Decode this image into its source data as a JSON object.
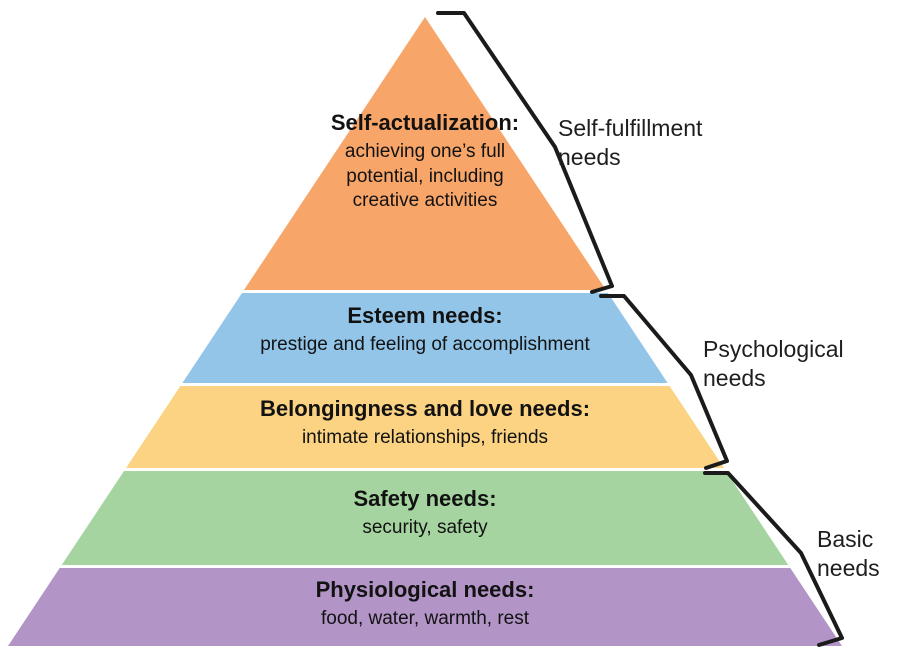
{
  "pyramid": {
    "levels": [
      {
        "name": "self-actualization",
        "title": "Self-actualization:",
        "description": "achieving one’s full potential, including creative activities",
        "color": "#F8A569"
      },
      {
        "name": "esteem",
        "title": "Esteem needs:",
        "description": "prestige and feeling of accomplishment",
        "color": "#93C5E8"
      },
      {
        "name": "belongingness-and-love",
        "title": "Belongingness and love needs:",
        "description": "intimate relationships, friends",
        "color": "#FBD382"
      },
      {
        "name": "safety",
        "title": "Safety needs:",
        "description": "security, safety",
        "color": "#A6D4A0"
      },
      {
        "name": "physiological",
        "title": "Physiological needs:",
        "description": "food, water, warmth, rest",
        "color": "#B294C6"
      }
    ]
  },
  "group_labels": [
    {
      "name": "self-fulfillment",
      "label": "Self-fulfillment needs"
    },
    {
      "name": "psychological",
      "label": "Psychological needs"
    },
    {
      "name": "basic",
      "label": "Basic needs"
    }
  ],
  "colors": {
    "bracket": "#1b1b1b",
    "text": "#121212",
    "divider": "#ffffff",
    "background": "#ffffff"
  }
}
